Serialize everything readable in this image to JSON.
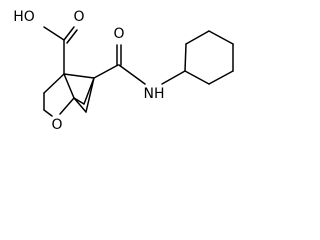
{
  "molecule": {
    "atoms": {
      "acid_group": "HO",
      "ring_oxygen": "O",
      "amide_oxygen": "O",
      "amide_nitrogen": "NH"
    }
  }
}
